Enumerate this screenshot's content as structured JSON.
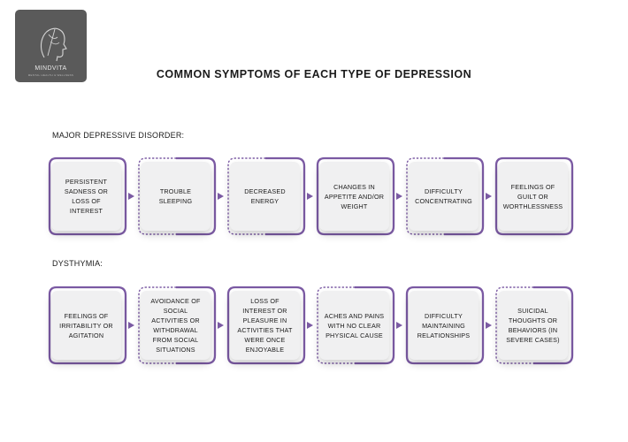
{
  "logo": {
    "name": "MINDVITA",
    "tagline": "MENTAL HEALTH & WELLNESS"
  },
  "title": "COMMON SYMPTOMS OF EACH TYPE OF DEPRESSION",
  "colors": {
    "accent": "#7b5aa3",
    "card": "#f0f0f1",
    "logo_bg": "#5a5a5a"
  },
  "sections": [
    {
      "label": "MAJOR DEPRESSIVE DISORDER:",
      "symptoms": [
        "PERSISTENT SADNESS OR LOSS OF INTEREST",
        "TROUBLE SLEEPING",
        "DECREASED ENERGY",
        "CHANGES IN APPETITE AND/OR WEIGHT",
        "DIFFICULTY CONCENTRATING",
        "FEELINGS OF GUILT OR WORTHLESSNESS"
      ]
    },
    {
      "label": "DYSTHYMIA:",
      "symptoms": [
        "FEELINGS OF IRRITABILITY OR AGITATION",
        "AVOIDANCE OF SOCIAL ACTIVITIES OR WITHDRAWAL FROM SOCIAL SITUATIONS",
        "LOSS OF INTEREST OR PLEASURE IN ACTIVITIES THAT WERE ONCE ENJOYABLE",
        "ACHES AND PAINS WITH NO CLEAR PHYSICAL CAUSE",
        "DIFFICULTY MAINTAINING RELATIONSHIPS",
        "SUICIDAL THOUGHTS OR BEHAVIORS (IN SEVERE CASES)"
      ]
    }
  ]
}
